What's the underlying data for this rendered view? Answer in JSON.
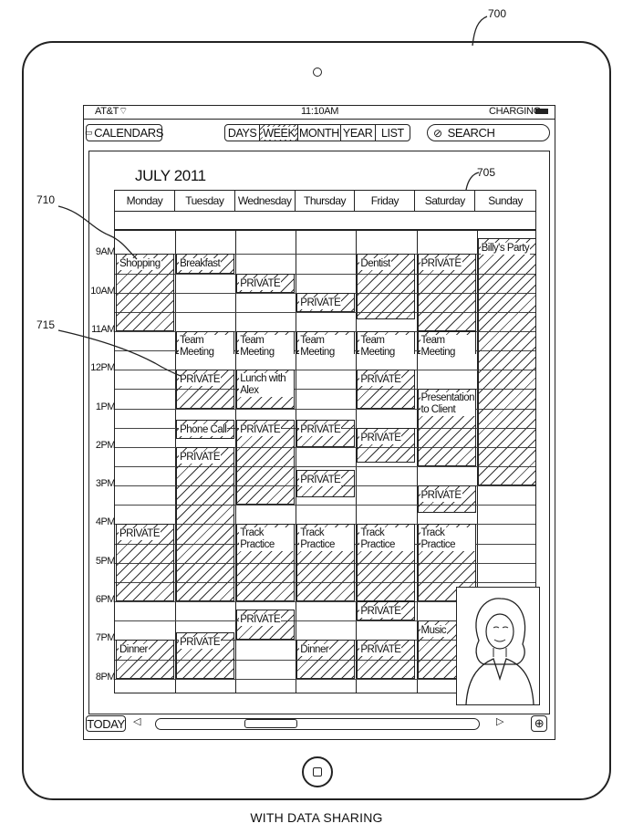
{
  "figure": {
    "ref_device": "700",
    "ref_calendar": "705",
    "ref_sharing": "710",
    "ref_private": "715",
    "caption": "WITH DATA SHARING"
  },
  "status": {
    "carrier": "AT&T",
    "time": "11:10AM",
    "battery": "CHARGING"
  },
  "toolbar": {
    "calendars": "CALENDARS",
    "views": [
      "DAYS",
      "WEEK",
      "MONTH",
      "YEAR",
      "LIST"
    ],
    "search": "SEARCH"
  },
  "calendar": {
    "month": "JULY 2011",
    "days": [
      "Monday",
      "Tuesday",
      "Wednesday",
      "Thursday",
      "Friday",
      "Saturday",
      "Sunday"
    ],
    "times": [
      "9AM",
      "10AM",
      "11AM",
      "12PM",
      "1PM",
      "2PM",
      "3PM",
      "4PM",
      "5PM",
      "6PM",
      "7PM",
      "8PM"
    ],
    "events": [
      {
        "day": 0,
        "start": 9.0,
        "end": 11.0,
        "label": "Shopping"
      },
      {
        "day": 1,
        "start": 9.0,
        "end": 9.5,
        "label": "Breakfast"
      },
      {
        "day": 2,
        "start": 9.5,
        "end": 10.0,
        "label": "PRIVATE"
      },
      {
        "day": 3,
        "start": 10.0,
        "end": 10.5,
        "label": "PRIVATE"
      },
      {
        "day": 4,
        "start": 9.0,
        "end": 10.7,
        "label": "Dentist"
      },
      {
        "day": 5,
        "start": 9.0,
        "end": 11.0,
        "label": "PRIVATE"
      },
      {
        "day": 6,
        "start": 8.6,
        "end": 15.0,
        "label": "Billy's Party"
      },
      {
        "day": 1,
        "start": 11.0,
        "end": 11.6,
        "label": "Team Meeting"
      },
      {
        "day": 2,
        "start": 11.0,
        "end": 11.6,
        "label": "Team Meeting"
      },
      {
        "day": 3,
        "start": 11.0,
        "end": 11.6,
        "label": "Team Meeting"
      },
      {
        "day": 4,
        "start": 11.0,
        "end": 11.6,
        "label": "Team Meeting"
      },
      {
        "day": 5,
        "start": 11.0,
        "end": 11.6,
        "label": "Team Meeting"
      },
      {
        "day": 1,
        "start": 12.0,
        "end": 13.0,
        "label": "PRIVATE"
      },
      {
        "day": 2,
        "start": 12.0,
        "end": 13.0,
        "label": "Lunch with Alex"
      },
      {
        "day": 4,
        "start": 12.0,
        "end": 13.0,
        "label": "PRIVATE"
      },
      {
        "day": 5,
        "start": 12.5,
        "end": 14.5,
        "label": "Presentation to Client"
      },
      {
        "day": 1,
        "start": 13.3,
        "end": 13.8,
        "label": "Phone Call"
      },
      {
        "day": 2,
        "start": 13.3,
        "end": 15.5,
        "label": "PRIVATE"
      },
      {
        "day": 3,
        "start": 13.3,
        "end": 14.0,
        "label": "PRIVATE"
      },
      {
        "day": 4,
        "start": 13.5,
        "end": 14.4,
        "label": "PRIVATE"
      },
      {
        "day": 1,
        "start": 14.0,
        "end": 18.0,
        "label": "PRIVATE"
      },
      {
        "day": 3,
        "start": 14.6,
        "end": 15.3,
        "label": "PRIVATE"
      },
      {
        "day": 5,
        "start": 15.0,
        "end": 15.7,
        "label": "PRIVATE"
      },
      {
        "day": 0,
        "start": 16.0,
        "end": 18.0,
        "label": "PRIVATE"
      },
      {
        "day": 2,
        "start": 16.0,
        "end": 18.0,
        "label": "Track Practice"
      },
      {
        "day": 3,
        "start": 16.0,
        "end": 18.0,
        "label": "Track Practice"
      },
      {
        "day": 4,
        "start": 16.0,
        "end": 18.0,
        "label": "Track Practice"
      },
      {
        "day": 5,
        "start": 16.0,
        "end": 18.0,
        "label": "Track Practice"
      },
      {
        "day": 4,
        "start": 18.0,
        "end": 18.5,
        "label": "PRIVATE"
      },
      {
        "day": 2,
        "start": 18.2,
        "end": 19.0,
        "label": "PRIVATE"
      },
      {
        "day": 1,
        "start": 18.8,
        "end": 20.0,
        "label": "PRIVATE"
      },
      {
        "day": 5,
        "start": 18.5,
        "end": 20.0,
        "label": "Music"
      },
      {
        "day": 0,
        "start": 19.0,
        "end": 20.0,
        "label": "Dinner"
      },
      {
        "day": 3,
        "start": 19.0,
        "end": 20.0,
        "label": "Dinner"
      },
      {
        "day": 4,
        "start": 19.0,
        "end": 20.0,
        "label": "PRIVATE"
      }
    ]
  },
  "bottom": {
    "today": "TODAY"
  }
}
